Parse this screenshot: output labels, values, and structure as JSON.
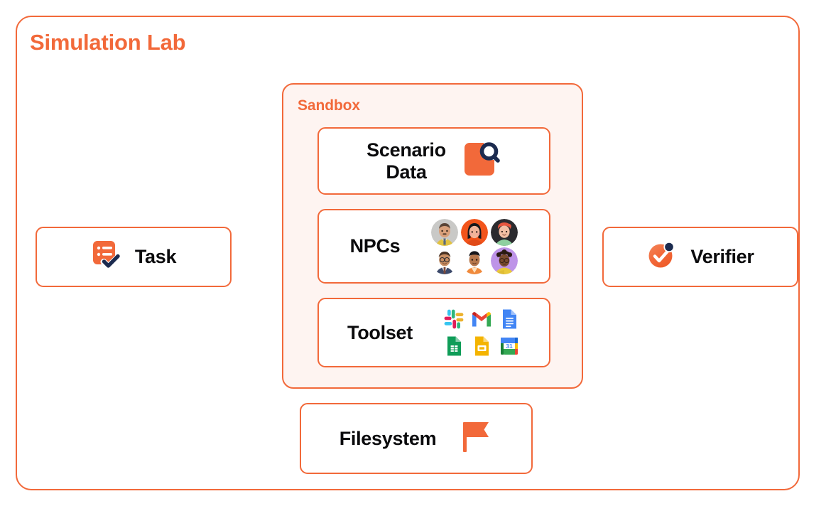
{
  "theme": {
    "accent_orange": "#F2693A",
    "sandbox_tint": "#FEF4F1",
    "navy": "#1C2B4F",
    "text_black": "#0B0B0D",
    "page_background": "#FFFFFF"
  },
  "lab": {
    "title": "Simulation Lab"
  },
  "sandbox": {
    "title": "Sandbox",
    "cards": [
      {
        "label": "Scenario\nData",
        "icon": "document-search-icon"
      },
      {
        "label": "NPCs",
        "icon": "npc-avatar-grid"
      },
      {
        "label": "Toolset",
        "icon": "toolset-app-icon-grid"
      }
    ]
  },
  "task_card": {
    "label": "Task",
    "icon": "task-checklist-icon"
  },
  "verifier_card": {
    "label": "Verifier",
    "icon": "verified-check-icon"
  },
  "filesystem_card": {
    "label": "Filesystem",
    "icon": "flag-icon"
  },
  "npcs": [
    {
      "name": "npc-avatar-1",
      "background": "#C9C9C7",
      "skin": "#D9A07B",
      "hair": "#5A4436",
      "shirt": "#E2C23F"
    },
    {
      "name": "npc-avatar-2",
      "background": "#F2541B",
      "skin": "#F2B49A",
      "hair": "#17171B",
      "shirt": "#E04A18"
    },
    {
      "name": "npc-avatar-3",
      "background": "#2B2B2F",
      "skin": "#F3BFA4",
      "hair": "#E8573F",
      "shirt": "#8FD0A0"
    },
    {
      "name": "npc-avatar-4",
      "background": "#FFFFFF",
      "skin": "#C98E62",
      "hair": "#4A3222",
      "shirt": "#3C4A6B"
    },
    {
      "name": "npc-avatar-5",
      "background": "#FFFFFF",
      "skin": "#B5764B",
      "hair": "#16161A",
      "shirt": "#F08A3C"
    },
    {
      "name": "npc-avatar-6",
      "background": "#BE94E8",
      "skin": "#7A4B2E",
      "hair": "#2A1A13",
      "shirt": "#E9C93C"
    }
  ],
  "toolset": [
    {
      "name": "slack-icon",
      "label": "Slack"
    },
    {
      "name": "gmail-icon",
      "label": "Gmail"
    },
    {
      "name": "google-docs-icon",
      "label": "Google Docs"
    },
    {
      "name": "google-sheets-icon",
      "label": "Google Sheets"
    },
    {
      "name": "google-slides-icon",
      "label": "Google Slides"
    },
    {
      "name": "google-calendar-icon",
      "label": "Google Calendar",
      "day": "31"
    }
  ]
}
